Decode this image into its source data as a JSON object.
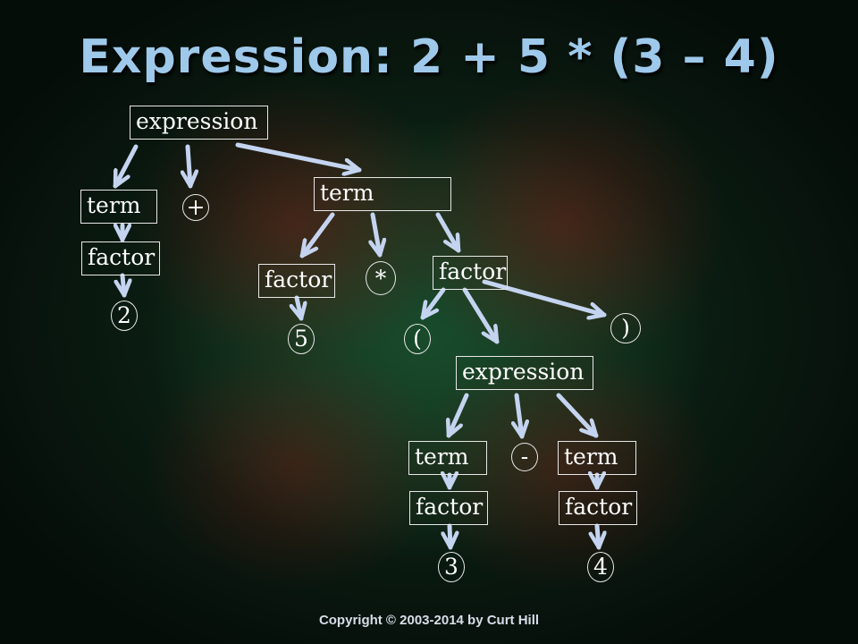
{
  "title": "Expression: 2 + 5 * (3 – 4)",
  "footer": "Copyright © 2003-2014 by Curt Hill",
  "colors": {
    "title": "#9ec9ea",
    "arrow": "#c4d4f0",
    "node_border": "#e8e8e8",
    "text": "#ffffff"
  },
  "tree": {
    "root": "expression",
    "left_term": "term",
    "plus": "+",
    "left_factor": "factor",
    "num_2": "2",
    "right_term": "term",
    "factor_5": "factor",
    "times": "*",
    "factor_paren": "factor",
    "num_5": "5",
    "lparen": "(",
    "rparen": ")",
    "inner_expression": "expression",
    "term_3": "term",
    "minus": "-",
    "term_4": "term",
    "factor_3": "factor",
    "factor_4": "factor",
    "num_3": "3",
    "num_4": "4"
  }
}
